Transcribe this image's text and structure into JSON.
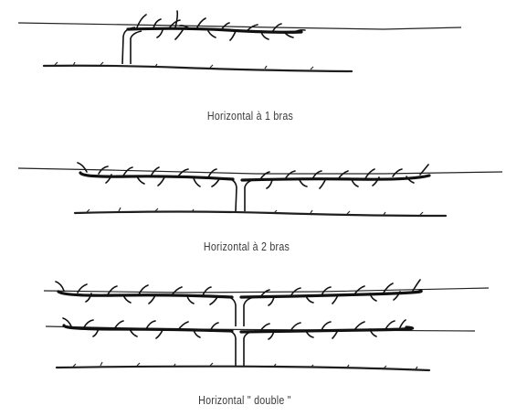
{
  "figures": [
    {
      "caption": "Horizontal à 1 bras",
      "form": "one-arm"
    },
    {
      "caption": "Horizontal à 2 bras",
      "form": "two-arms"
    },
    {
      "caption": "Horizontal \" double \"",
      "form": "double"
    }
  ],
  "colors": {
    "ink": "#111111",
    "caption": "#3a3a3a",
    "background": "#ffffff"
  }
}
